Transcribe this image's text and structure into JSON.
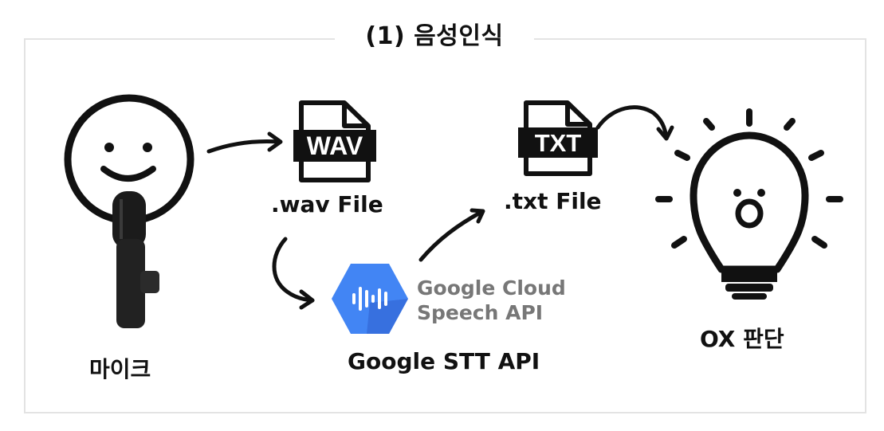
{
  "title": "(1) 음성인식",
  "nodes": {
    "mic": {
      "label": "마이크"
    },
    "wav": {
      "label": ".wav File",
      "icon_text": "WAV"
    },
    "stt": {
      "label": "Google STT API",
      "logo_line1": "Google Cloud",
      "logo_line2": "Speech API"
    },
    "txt": {
      "label": ".txt File",
      "icon_text": "TXT"
    },
    "ox": {
      "label": "OX 판단"
    }
  },
  "colors": {
    "highlight": "#a9c5f5",
    "google_blue": "#4285f4",
    "google_blue_dark": "#3367d6",
    "gray_text": "#777777",
    "frame": "#e3e3e3"
  }
}
